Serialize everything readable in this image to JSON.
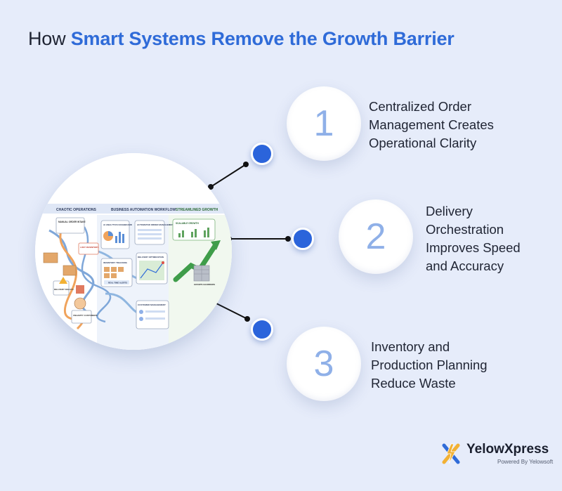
{
  "title": {
    "prefix": "How ",
    "highlight": "Smart Systems Remove the Growth Barrier"
  },
  "hero_illustration": {
    "sections": [
      "CHAOTIC OPERATIONS",
      "BUSINESS AUTOMATION WORKFLOW",
      "STREAMLINED GROWTH"
    ],
    "cards": [
      "MANUAL ORDER INTAKE",
      "LOST INVENTORY",
      "DELIVERY DELAYS",
      "UNHAPPY CUSTOMERS",
      "AI ANALYTICS DASHBOARD",
      "AUTOMATED ORDER MANAGEMENT",
      "INVENTORY TRACKING",
      "REAL-TIME ALERTS",
      "DELIVERY OPTIMIZATION",
      "CUSTOMER MANAGEMENT",
      "SCALABLE GROWTH",
      "GROWTH BARRIERS"
    ]
  },
  "steps": [
    {
      "number": "1",
      "lines": [
        "Centralized Order",
        "Management Creates",
        "Operational Clarity"
      ]
    },
    {
      "number": "2",
      "lines": [
        "Delivery",
        "Orchestration",
        "Improves Speed",
        "and Accuracy"
      ]
    },
    {
      "number": "3",
      "lines": [
        "Inventory and",
        "Production Planning",
        "Reduce Waste"
      ]
    }
  ],
  "brand": {
    "name": "YelowXpress",
    "tagline": "Powered By Yelowsoft",
    "icon": "lightning-x-logo"
  },
  "colors": {
    "background": "#e6ecfa",
    "accent": "#2f6bd8",
    "dot": "#2b64db",
    "step_number": "#8fb0e8",
    "text": "#1f2433"
  }
}
